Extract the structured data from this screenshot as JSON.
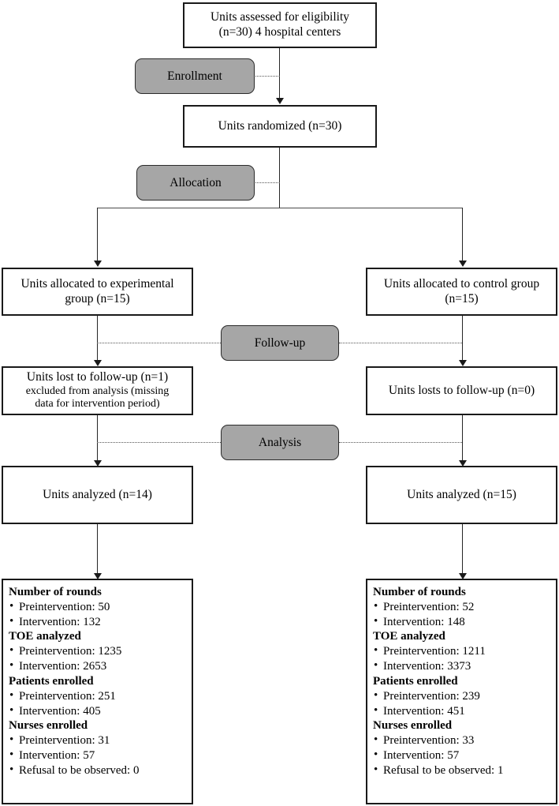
{
  "diagram": {
    "title": "CONSORT participant flow diagram",
    "colors": {
      "stage_pill_fill": "#a6a6a6",
      "box_border": "#1a1a1a",
      "connector": "#262626",
      "background": "#ffffff"
    }
  },
  "stages": [
    {
      "label": "Enrollment"
    },
    {
      "label": "Allocation"
    },
    {
      "label": "Follow-up"
    },
    {
      "label": "Analysis"
    }
  ],
  "nodes": {
    "assessed": {
      "lines": [
        "Units assessed for eligibility",
        "(n=30) 4 hospital centers"
      ]
    },
    "randomized": {
      "lines": [
        "Units randomized (n=30)"
      ]
    },
    "allocated_experimental": {
      "lines": [
        "Units allocated to experimental",
        "group (n=15)"
      ]
    },
    "allocated_control": {
      "lines": [
        "Units allocated to control group",
        "(n=15)"
      ]
    },
    "followup_experimental": {
      "lines": [
        "Units lost to follow-up (n=1)",
        "excluded from analysis (missing",
        "data for intervention period)"
      ]
    },
    "followup_control": {
      "lines": [
        "Units losts to follow-up (n=0)"
      ]
    },
    "analyzed_experimental": {
      "lines": [
        "Units analyzed (n=14)"
      ]
    },
    "analyzed_control": {
      "lines": [
        "Units analyzed (n=15)"
      ]
    }
  },
  "details": {
    "experimental": {
      "bullet_glyph": "•",
      "groups": [
        {
          "heading": "Number of rounds",
          "items": [
            "Preintervention: 50",
            "Intervention: 132"
          ]
        },
        {
          "heading": "TOE analyzed",
          "items": [
            "Preintervention: 1235",
            "Intervention: 2653"
          ]
        },
        {
          "heading": "Patients enrolled",
          "items": [
            "Preintervention: 251",
            "Intervention: 405"
          ]
        },
        {
          "heading": "Nurses enrolled",
          "items": [
            "Preintervention: 31",
            "Intervention: 57",
            "Refusal to be observed: 0"
          ]
        }
      ]
    },
    "control": {
      "bullet_glyph": "•",
      "groups": [
        {
          "heading": "Number of rounds",
          "items": [
            "Preintervention: 52",
            "Intervention: 148"
          ]
        },
        {
          "heading": "TOE analyzed",
          "items": [
            "Preintervention: 1211",
            "Intervention: 3373"
          ]
        },
        {
          "heading": "Patients enrolled",
          "items": [
            "Preintervention: 239",
            "Intervention: 451"
          ]
        },
        {
          "heading": "Nurses enrolled",
          "items": [
            "Preintervention: 33",
            "Intervention: 57",
            "Refusal to be observed: 1"
          ]
        }
      ]
    }
  }
}
